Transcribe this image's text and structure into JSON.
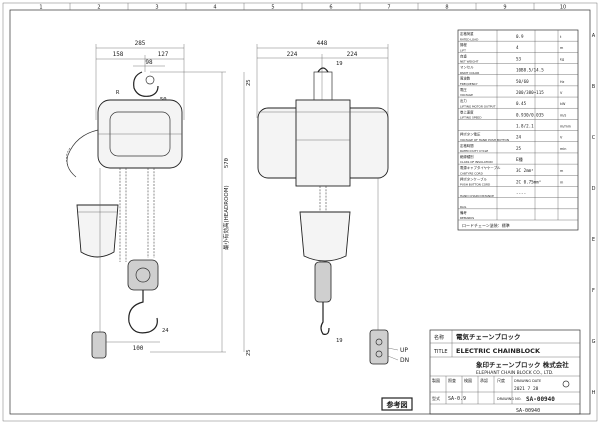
{
  "frame": {
    "col_numbers": [
      "1",
      "2",
      "3",
      "4",
      "5",
      "6",
      "7",
      "8",
      "9",
      "10"
    ],
    "row_letters": [
      "A",
      "B",
      "C",
      "D",
      "E",
      "F",
      "G",
      "H"
    ]
  },
  "front_view": {
    "dim_top": "285",
    "dim_left": "158",
    "dim_right": "127",
    "dim_inner": "98",
    "dim_hook_top": "50",
    "dim_radius": "R",
    "dim_bottom": "100",
    "dim_bottom2": "24",
    "headroom_label": "最小有効高(HEADROOM)",
    "headroom_value": "570"
  },
  "side_view": {
    "dim_top": "448",
    "dim_left": "224",
    "dim_right": "224",
    "dim_19_top": "19",
    "dim_19_bottom": "19",
    "dim_25_top": "25",
    "dim_25_bottom": "25",
    "up_label": "UP",
    "dn_label": "DN"
  },
  "spec_table": {
    "rows": [
      {
        "jp": "定格荷重",
        "en": "RATED LOAD",
        "value": "0.9",
        "unit": "t"
      },
      {
        "jp": "揚程",
        "en": "LIFT",
        "value": "4",
        "unit": "m"
      },
      {
        "jp": "自重",
        "en": "NET WEIGHT",
        "value": "53",
        "unit": "kg"
      },
      {
        "jp": "マンセル",
        "en": "PAINT COLOR",
        "value": "10B8.5/14.5",
        "unit": ""
      },
      {
        "jp": "周波数",
        "en": "FREQUENCY",
        "value": "50/60",
        "unit": "Hz"
      },
      {
        "jp": "電圧",
        "en": "VOLTAGE",
        "value": "200/380~115",
        "unit": "V"
      },
      {
        "jp": "出力",
        "en": "LIFTING MOTOR OUTPUT",
        "value": "0.45",
        "unit": "kW"
      },
      {
        "jp": "巻上速度",
        "en": "LIFTING SPEED",
        "value": "0.930/0.035",
        "unit": "m/s"
      },
      {
        "jp": "",
        "en": "",
        "value": "1.8/2.1",
        "unit": "m/min"
      },
      {
        "jp": "押ボタン電圧",
        "en": "VOLTAGE OF HAND PUSH BUTTON",
        "value": "24",
        "unit": "V"
      },
      {
        "jp": "定格時間",
        "en": "RATED DUTY CYCLE",
        "value": "25",
        "unit": "min"
      },
      {
        "jp": "絶縁種別",
        "en": "CLASS OF INSULATION",
        "value": "E種",
        "unit": ""
      },
      {
        "jp": "電源キャブタイヤケーブル",
        "en": "CABTYRE CORD",
        "value": "3C 2mm²",
        "unit": "m"
      },
      {
        "jp": "押ボタンケーブル",
        "en": "PUSH BUTTON CORD",
        "value": "2C 0.75mm²",
        "unit": "m"
      },
      {
        "jp": "",
        "en": "HAND CHAIN DISTANCE",
        "value": "----",
        "unit": ""
      },
      {
        "jp": "",
        "en": "RAIL",
        "value": "",
        "unit": ""
      },
      {
        "jp": "備考",
        "en": "REMARKS",
        "value": "",
        "unit": ""
      }
    ],
    "remarks_note": "ロードチェーン塗装：標準"
  },
  "title_block": {
    "name_jp_label": "名称",
    "name_jp": "電気チェーンブロック",
    "title_label": "TITLE",
    "title_en": "ELECTRIC CHAINBLOCK",
    "company_jp": "象印チェーンブロック 株式会社",
    "company_en": "ELEPHANT CHAIN BLOCK CO., LTD.",
    "row_labels": [
      "製図",
      "照査",
      "検図",
      "承認"
    ],
    "scale_label": "尺度",
    "date_label": "DRAWING DATE",
    "date_value": "2021 7 28",
    "drawing_no_label": "DRAWING NO.",
    "drawing_no": "SA-00940",
    "model_label": "型式",
    "model_value": "SA-0.9",
    "ref_stamp": "参考図",
    "bottom_no": "SA-00940"
  }
}
